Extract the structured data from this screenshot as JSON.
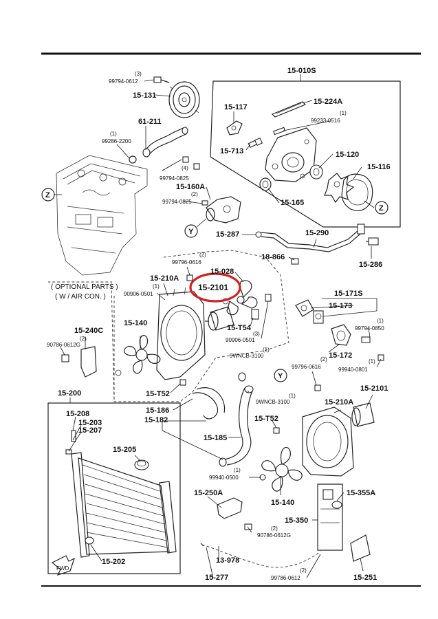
{
  "labels": {
    "l01": "(3)",
    "l02": "99794-0612",
    "l03": "15-131",
    "l04": "15-010S",
    "l05": "15-224A",
    "l06": "15-117",
    "l07": "(1)",
    "l08": "99233-0516",
    "l09": "61-211",
    "l10": "(1)",
    "l11": "99286-2200",
    "l12": "15-713",
    "l13": "15-120",
    "l14": "15-116",
    "l15": "(4)",
    "l16": "99794-0825",
    "l17": "15-160A",
    "l18": "(2)",
    "l19": "99794-0825",
    "l20": "15-165",
    "l21": "15-287",
    "l22": "15-290",
    "l23": "18-866",
    "l24": "15-286",
    "l25": "(2)",
    "l26": "99796-0616",
    "l27": "15-028",
    "l28": "15-210A",
    "l29": "15-2101",
    "l30": "( OPTIONAL PARTS )",
    "l31": "( W / AIR CON. )",
    "l32": "(1)",
    "l33": "90906-0501",
    "l34": "15-171S",
    "l35": "15-173",
    "l36": "15-140",
    "l37": "15-T54",
    "l38": "(3)",
    "l39": "90906-0501",
    "l40": "(1)",
    "l41": "99794-0850",
    "l42": "15-240C",
    "l43": "(2)",
    "l44": "90786-0612G",
    "l45": "(1)",
    "l46": "9WNCB-3100",
    "l47": "15-172",
    "l48": "(1)",
    "l49": "99940-0801",
    "l50": "(2)",
    "l51": "99796-0616",
    "l52": "15-T52",
    "l53": "15-2101",
    "l54": "15-200",
    "l55": "(1)",
    "l56": "9WNCB-3100",
    "l57": "15-186",
    "l58": "15-210A",
    "l59": "15-208",
    "l60": "15-182",
    "l61": "15-203",
    "l62": "15-T52",
    "l63": "15-207",
    "l64": "15-185",
    "l65": "15-205",
    "l66": "(1)",
    "l67": "99940-0500",
    "l68": "15-140",
    "l69": "15-250A",
    "l70": "15-355A",
    "l71": "15-350",
    "l72": "(2)",
    "l73": "90786-0612G",
    "l74": "15-202",
    "l75": "13-978",
    "l76": "(2)",
    "l77": "99786-0612",
    "l78": "15-277",
    "l79": "15-251",
    "fwd": "FWD",
    "ref_z": "Z",
    "ref_y": "Y"
  },
  "colors": {
    "highlight": "#d42020",
    "ink": "#111111",
    "paper": "#ffffff"
  },
  "icons": [
    "fwd-arrow-icon",
    "reference-circle-icon"
  ]
}
